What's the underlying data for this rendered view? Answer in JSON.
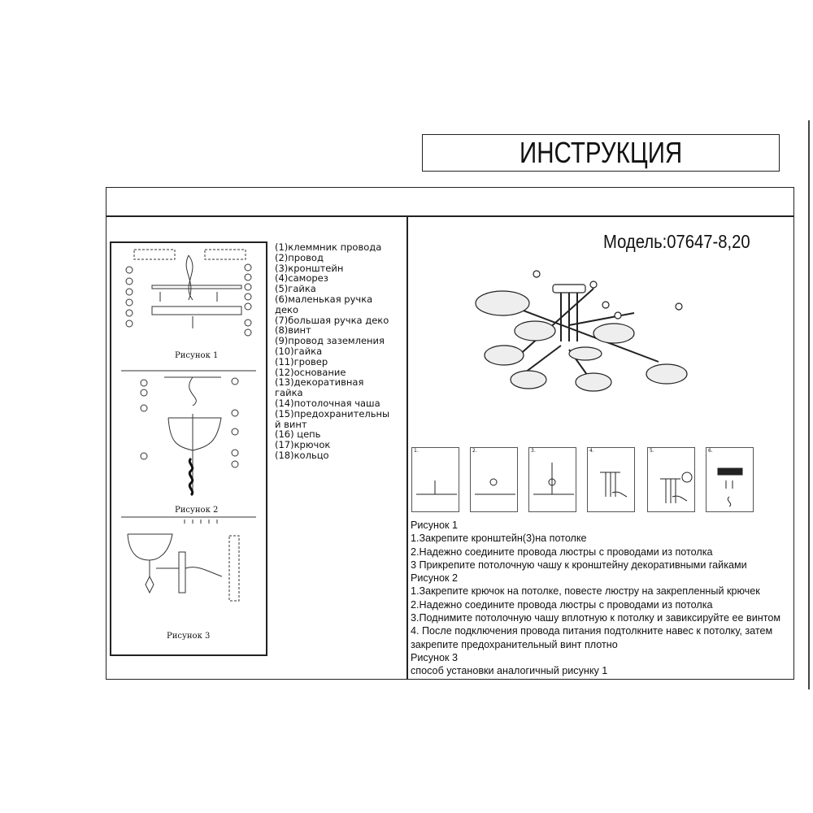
{
  "title": "ИНСТРУКЦИЯ",
  "model": "Модель:07647-8,20",
  "figures": {
    "fig1": "Рисунок 1",
    "fig2": "Рисунок 2",
    "fig3": "Рисунок 3"
  },
  "parts": [
    "(1)клеммник провода",
    "(2)провод",
    "(3)кронштейн",
    "(4)саморез",
    "(5)гайка",
    "(6)маленькая ручка\nдеко",
    "(7)большая ручка деко",
    "(8)винт",
    "(9)провод заземления",
    "(10)гайка",
    "(11)гровер",
    "(12)основание",
    "(13)декоративная\nгайка",
    "(14)потолочная чаша",
    "(15)предохранительны\nй винт",
    "(16) цепь",
    "(17)крючок",
    "(18)кольцо"
  ],
  "steps": [
    "1.",
    "2.",
    "3.",
    "4.",
    "5.",
    "6."
  ],
  "instructions": [
    "Рисунок 1",
    "1.Закрепите кронштейн(3)на потолке",
    "2.Надежно соедините провода люстры с проводами из потолка",
    "3 Прикрепите потолочную чашу к кронштейну декоративными гайками",
    "Рисунок 2",
    "1.Закрепите крючок на потолке, повесте люстру на закрепленный крючек",
    "2.Надежно соедините провода люстры с проводами из потолка",
    "3.Поднимите потолочную чашу вплотную к потолку и завиксируйте ее винтом",
    "4. После подключения провода питания подтолкните навес к потолку, затем",
    "закрепите предохранительный винт плотно",
    "Рисунок 3",
    "способ установки аналогичный рисунку 1"
  ]
}
